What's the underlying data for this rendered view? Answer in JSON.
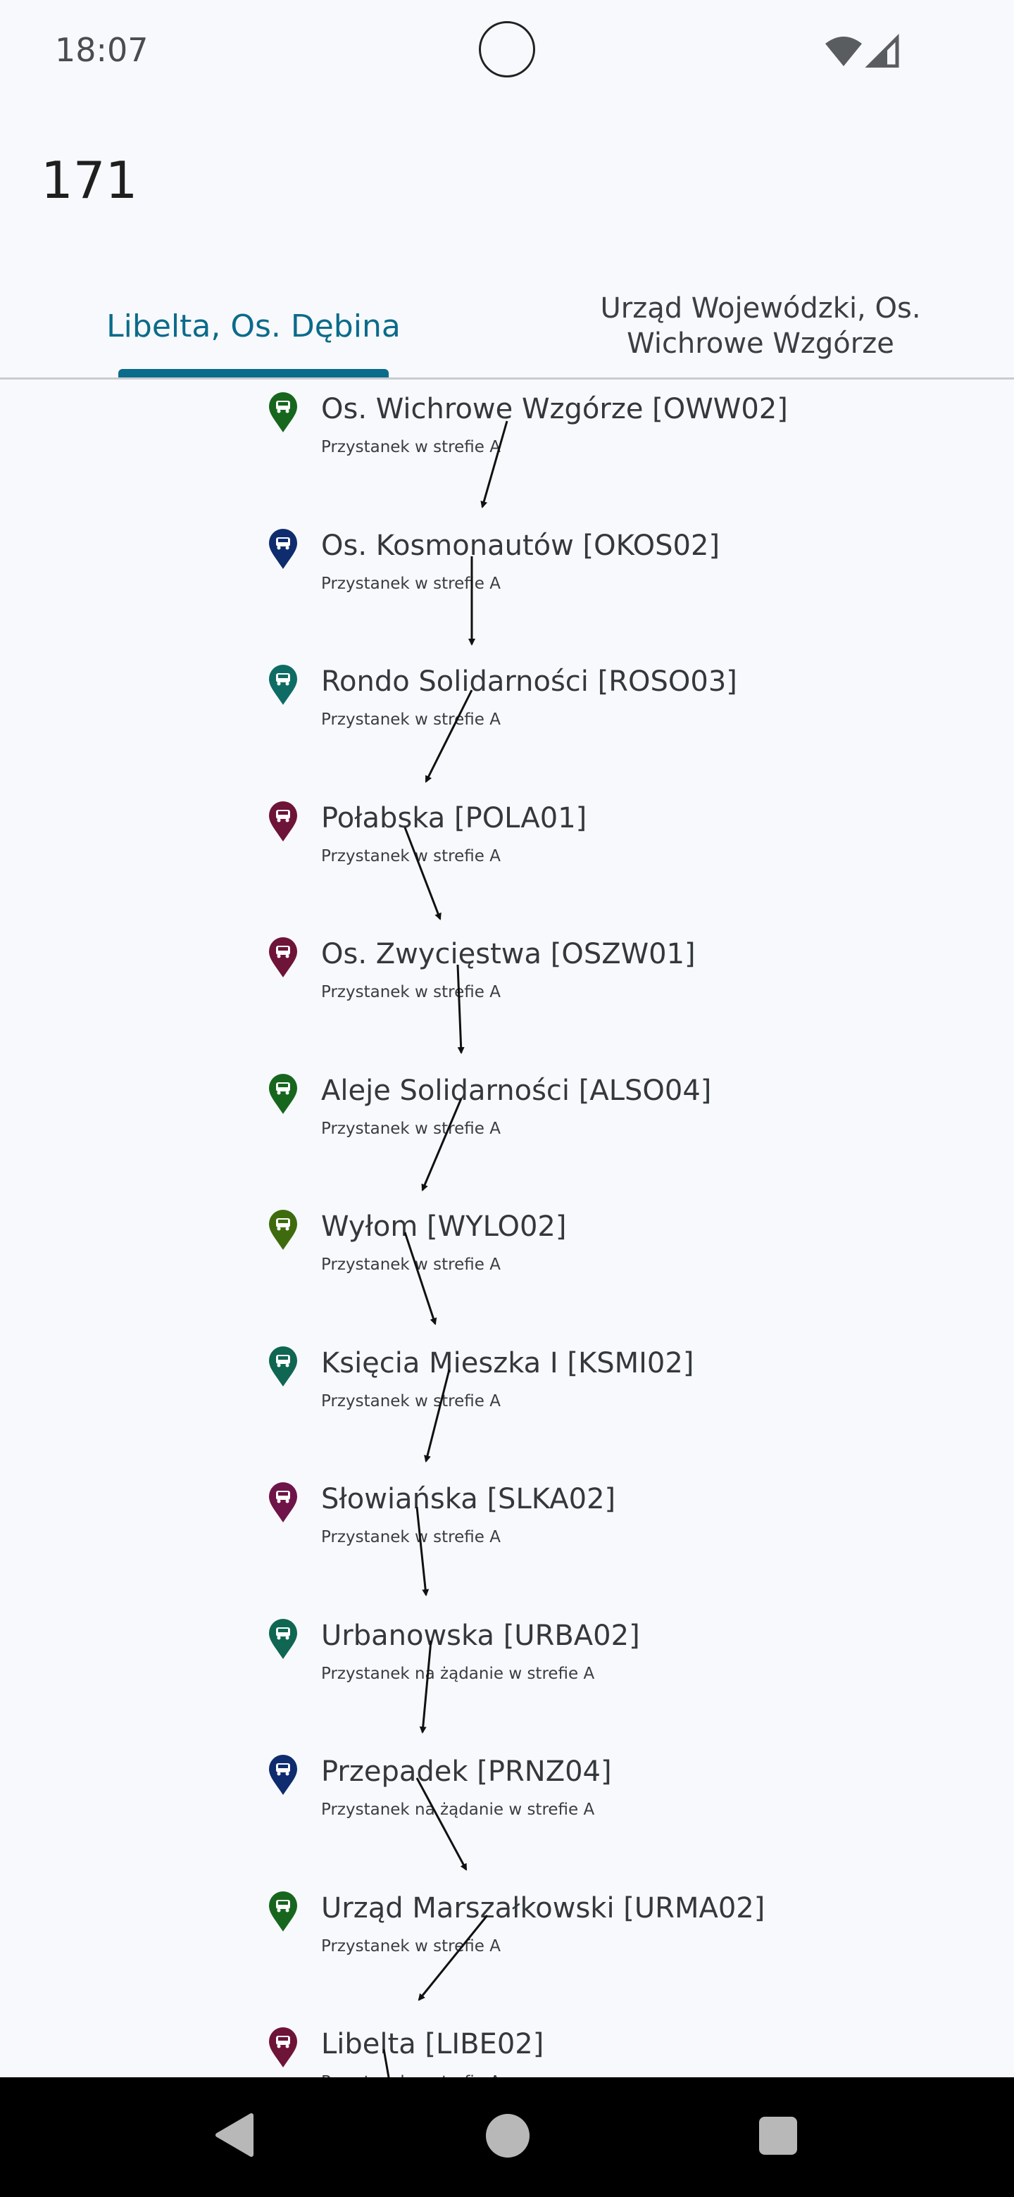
{
  "status": {
    "time": "18:07"
  },
  "header": {
    "title": "171"
  },
  "tabs": [
    {
      "label": "Libelta, Os. Dębina"
    },
    {
      "label": "Urząd Wojewódzki, Os. Wichrowe Wzgórze"
    }
  ],
  "stops": [
    {
      "name": "Os. Wichrowe Wzgórze [OWW02]",
      "sub": "Przystanek w strefie A",
      "color": "#17661e"
    },
    {
      "name": "Os. Kosmonautów [OKOS02]",
      "sub": "Przystanek w strefie A",
      "color": "#0f2c6e"
    },
    {
      "name": "Rondo Solidarności [ROSO03]",
      "sub": "Przystanek w strefie A",
      "color": "#0f6c64"
    },
    {
      "name": "Połabska [POLA01]",
      "sub": "Przystanek w strefie A",
      "color": "#6e1438"
    },
    {
      "name": "Os. Zwycięstwa [OSZW01]",
      "sub": "Przystanek w strefie A",
      "color": "#6e1438"
    },
    {
      "name": "Aleje Solidarności [ALSO04]",
      "sub": "Przystanek w strefie A",
      "color": "#17661e"
    },
    {
      "name": "Wyłom [WYLO02]",
      "sub": "Przystanek w strefie A",
      "color": "#3f6b0f"
    },
    {
      "name": "Księcia Mieszka I [KSMI02]",
      "sub": "Przystanek w strefie A",
      "color": "#0f6652"
    },
    {
      "name": "Słowiańska [SLKA02]",
      "sub": "Przystanek w strefie A",
      "color": "#6e1448"
    },
    {
      "name": "Urbanowska [URBA02]",
      "sub": "Przystanek na żądanie w strefie A",
      "color": "#0f6652"
    },
    {
      "name": "Przepadek [PRNZ04]",
      "sub": "Przystanek na żądanie w strefie A",
      "color": "#0f2c6e"
    },
    {
      "name": "Urząd Marszałkowski [URMA02]",
      "sub": "Przystanek w strefie A",
      "color": "#17661e"
    },
    {
      "name": "Libelta [LIBE02]",
      "sub": "Przystanek w strefie A",
      "color": "#6e1438"
    }
  ],
  "icons": {
    "stop_pin": "bus-stop-pin-icon",
    "wifi": "wifi-icon",
    "signal": "cell-signal-icon",
    "back": "back-icon",
    "home": "home-icon",
    "recents": "recents-icon"
  }
}
